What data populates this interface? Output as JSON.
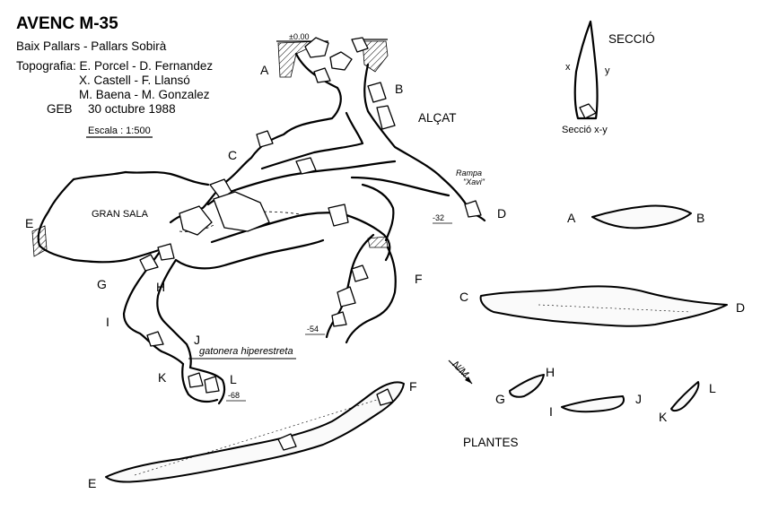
{
  "header": {
    "title": "AVENC M-35",
    "region": "Baix Pallars - Pallars Sobirà",
    "survey_line1": "Topografia: E. Porcel - D. Fernandez",
    "survey_line2": "X. Castell - F. Llansó",
    "survey_line3": "M. Baena - M. Gonzalez",
    "club": "GEB",
    "date": "30 octubre 1988",
    "scale": "Escala : 1:500"
  },
  "elevation": {
    "title": "ALÇAT",
    "entrance_depth": "±0.00",
    "depth_D": "-32",
    "depth_F": "-54",
    "depth_L": "-68",
    "rampa_label_1": "Rampa",
    "rampa_label_2": "\"Xavi\"",
    "gran_sala": "GRAN SALA",
    "gatonera": "gatonera hiperestreta",
    "points": {
      "A": "A",
      "B": "B",
      "C": "C",
      "D": "D",
      "E": "E",
      "F": "F",
      "G": "G",
      "H": "H",
      "I": "I",
      "J": "J",
      "K": "K",
      "L": "L"
    }
  },
  "section": {
    "title": "SECCIÓ",
    "x_label": "x",
    "y_label": "y",
    "caption": "Secció x-y"
  },
  "plan": {
    "title": "PLANTES",
    "north_label": "N/M",
    "points": {
      "A": "A",
      "B": "B",
      "C": "C",
      "D": "D",
      "E": "E",
      "F": "F",
      "G": "G",
      "H": "H",
      "I": "I",
      "J": "J",
      "K": "K",
      "L": "L"
    }
  }
}
